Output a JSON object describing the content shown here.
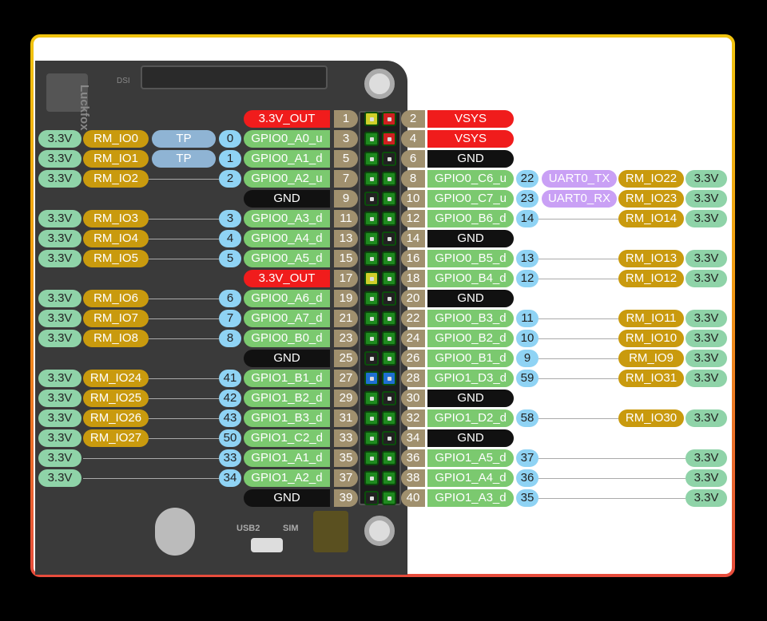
{
  "colors": {
    "power": "#f01c1c",
    "gnd": "#111111",
    "gpio": "#7bc96f",
    "num": "#a0906e",
    "pinnum": "#8fd3f4",
    "rm": "#c99a0e",
    "v33": "#8fd3a8",
    "tp": "#8fb4d4",
    "uart": "#c9a0f5"
  },
  "left_rows": [
    {
      "row": 0,
      "pin": "1",
      "name": "3.3V_OUT",
      "type": "power"
    },
    {
      "row": 1,
      "pin": "3",
      "name": "GPIO0_A0_u",
      "type": "gpio",
      "num": "0",
      "tp": "TP",
      "rm": "RM_IO0",
      "v": "3.3V"
    },
    {
      "row": 2,
      "pin": "5",
      "name": "GPIO0_A1_d",
      "type": "gpio",
      "num": "1",
      "tp": "TP",
      "rm": "RM_IO1",
      "v": "3.3V"
    },
    {
      "row": 3,
      "pin": "7",
      "name": "GPIO0_A2_u",
      "type": "gpio",
      "num": "2",
      "rm": "RM_IO2",
      "v": "3.3V"
    },
    {
      "row": 4,
      "pin": "9",
      "name": "GND",
      "type": "gnd"
    },
    {
      "row": 5,
      "pin": "11",
      "name": "GPIO0_A3_d",
      "type": "gpio",
      "num": "3",
      "rm": "RM_IO3",
      "v": "3.3V"
    },
    {
      "row": 6,
      "pin": "13",
      "name": "GPIO0_A4_d",
      "type": "gpio",
      "num": "4",
      "rm": "RM_IO4",
      "v": "3.3V"
    },
    {
      "row": 7,
      "pin": "15",
      "name": "GPIO0_A5_d",
      "type": "gpio",
      "num": "5",
      "rm": "RM_IO5",
      "v": "3.3V"
    },
    {
      "row": 8,
      "pin": "17",
      "name": "3.3V_OUT",
      "type": "power"
    },
    {
      "row": 9,
      "pin": "19",
      "name": "GPIO0_A6_d",
      "type": "gpio",
      "num": "6",
      "rm": "RM_IO6",
      "v": "3.3V"
    },
    {
      "row": 10,
      "pin": "21",
      "name": "GPIO0_A7_d",
      "type": "gpio",
      "num": "7",
      "rm": "RM_IO7",
      "v": "3.3V"
    },
    {
      "row": 11,
      "pin": "23",
      "name": "GPIO0_B0_d",
      "type": "gpio",
      "num": "8",
      "rm": "RM_IO8",
      "v": "3.3V"
    },
    {
      "row": 12,
      "pin": "25",
      "name": "GND",
      "type": "gnd"
    },
    {
      "row": 13,
      "pin": "27",
      "name": "GPIO1_B1_d",
      "type": "gpio",
      "num": "41",
      "rm": "RM_IO24",
      "v": "3.3V"
    },
    {
      "row": 14,
      "pin": "29",
      "name": "GPIO1_B2_d",
      "type": "gpio",
      "num": "42",
      "rm": "RM_IO25",
      "v": "3.3V"
    },
    {
      "row": 15,
      "pin": "31",
      "name": "GPIO1_B3_d",
      "type": "gpio",
      "num": "43",
      "rm": "RM_IO26",
      "v": "3.3V"
    },
    {
      "row": 16,
      "pin": "33",
      "name": "GPIO1_C2_d",
      "type": "gpio",
      "num": "50",
      "rm": "RM_IO27",
      "v": "3.3V"
    },
    {
      "row": 17,
      "pin": "35",
      "name": "GPIO1_A1_d",
      "type": "gpio",
      "num": "33",
      "v": "3.3V"
    },
    {
      "row": 18,
      "pin": "37",
      "name": "GPIO1_A2_d",
      "type": "gpio",
      "num": "34",
      "v": "3.3V"
    },
    {
      "row": 19,
      "pin": "39",
      "name": "GND",
      "type": "gnd"
    }
  ],
  "right_rows": [
    {
      "row": 0,
      "pin": "2",
      "name": "VSYS",
      "type": "power"
    },
    {
      "row": 1,
      "pin": "4",
      "name": "VSYS",
      "type": "power"
    },
    {
      "row": 2,
      "pin": "6",
      "name": "GND",
      "type": "gnd"
    },
    {
      "row": 3,
      "pin": "8",
      "name": "GPIO0_C6_u",
      "type": "gpio",
      "num": "22",
      "uart": "UART0_TX",
      "rm": "RM_IO22",
      "v": "3.3V"
    },
    {
      "row": 4,
      "pin": "10",
      "name": "GPIO0_C7_u",
      "type": "gpio",
      "num": "23",
      "uart": "UART0_RX",
      "rm": "RM_IO23",
      "v": "3.3V"
    },
    {
      "row": 5,
      "pin": "12",
      "name": "GPIO0_B6_d",
      "type": "gpio",
      "num": "14",
      "rm": "RM_IO14",
      "v": "3.3V"
    },
    {
      "row": 6,
      "pin": "14",
      "name": "GND",
      "type": "gnd"
    },
    {
      "row": 7,
      "pin": "16",
      "name": "GPIO0_B5_d",
      "type": "gpio",
      "num": "13",
      "rm": "RM_IO13",
      "v": "3.3V"
    },
    {
      "row": 8,
      "pin": "18",
      "name": "GPIO0_B4_d",
      "type": "gpio",
      "num": "12",
      "rm": "RM_IO12",
      "v": "3.3V"
    },
    {
      "row": 9,
      "pin": "20",
      "name": "GND",
      "type": "gnd"
    },
    {
      "row": 10,
      "pin": "22",
      "name": "GPIO0_B3_d",
      "type": "gpio",
      "num": "11",
      "rm": "RM_IO11",
      "v": "3.3V"
    },
    {
      "row": 11,
      "pin": "24",
      "name": "GPIO0_B2_d",
      "type": "gpio",
      "num": "10",
      "rm": "RM_IO10",
      "v": "3.3V"
    },
    {
      "row": 12,
      "pin": "26",
      "name": "GPIO0_B1_d",
      "type": "gpio",
      "num": "9",
      "rm": "RM_IO9",
      "v": "3.3V"
    },
    {
      "row": 13,
      "pin": "28",
      "name": "GPIO1_D3_d",
      "type": "gpio",
      "num": "59",
      "rm": "RM_IO31",
      "v": "3.3V"
    },
    {
      "row": 14,
      "pin": "30",
      "name": "GND",
      "type": "gnd"
    },
    {
      "row": 15,
      "pin": "32",
      "name": "GPIO1_D2_d",
      "type": "gpio",
      "num": "58",
      "rm": "RM_IO30",
      "v": "3.3V"
    },
    {
      "row": 16,
      "pin": "34",
      "name": "GND",
      "type": "gnd"
    },
    {
      "row": 17,
      "pin": "36",
      "name": "GPIO1_A5_d",
      "type": "gpio",
      "num": "37",
      "v": "3.3V"
    },
    {
      "row": 18,
      "pin": "38",
      "name": "GPIO1_A4_d",
      "type": "gpio",
      "num": "36",
      "v": "3.3V"
    },
    {
      "row": 19,
      "pin": "40",
      "name": "GPIO1_A3_d",
      "type": "gpio",
      "num": "35",
      "v": "3.3V"
    }
  ],
  "board_text": {
    "brand": "Luckfox",
    "usb": "USB2",
    "sim": "SIM",
    "dsi": "DSI"
  }
}
